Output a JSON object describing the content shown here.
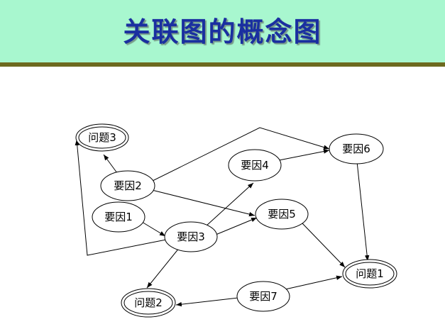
{
  "header": {
    "title": "关联图的概念图"
  },
  "diagram": {
    "nodes": {
      "problem3": "问题3",
      "factor2": "要因2",
      "factor1": "要因1",
      "factor3": "要因3",
      "factor4": "要因4",
      "factor5": "要因5",
      "factor6": "要因6",
      "problem1": "问题1",
      "problem2": "问题2",
      "factor7": "要因7"
    }
  }
}
